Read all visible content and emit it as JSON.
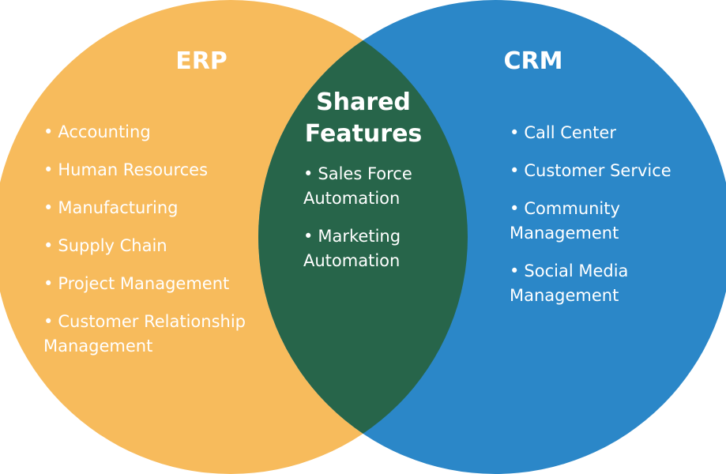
{
  "colors": {
    "erp": "#F7BB5C",
    "crm": "#2B87C8",
    "shared": "#27654A",
    "text": "#FFFFFF"
  },
  "erp": {
    "title": "ERP",
    "items": [
      "Accounting",
      "Human Resources",
      "Manufacturing",
      "Supply Chain",
      "Project Management",
      "Customer Relationship Management"
    ]
  },
  "crm": {
    "title": "CRM",
    "items": [
      "Call Center",
      "Customer Service",
      "Community Management",
      "Social Media Management"
    ]
  },
  "shared": {
    "title": "Shared Features",
    "items": [
      "Sales Force Automation",
      "Marketing Automation"
    ]
  }
}
